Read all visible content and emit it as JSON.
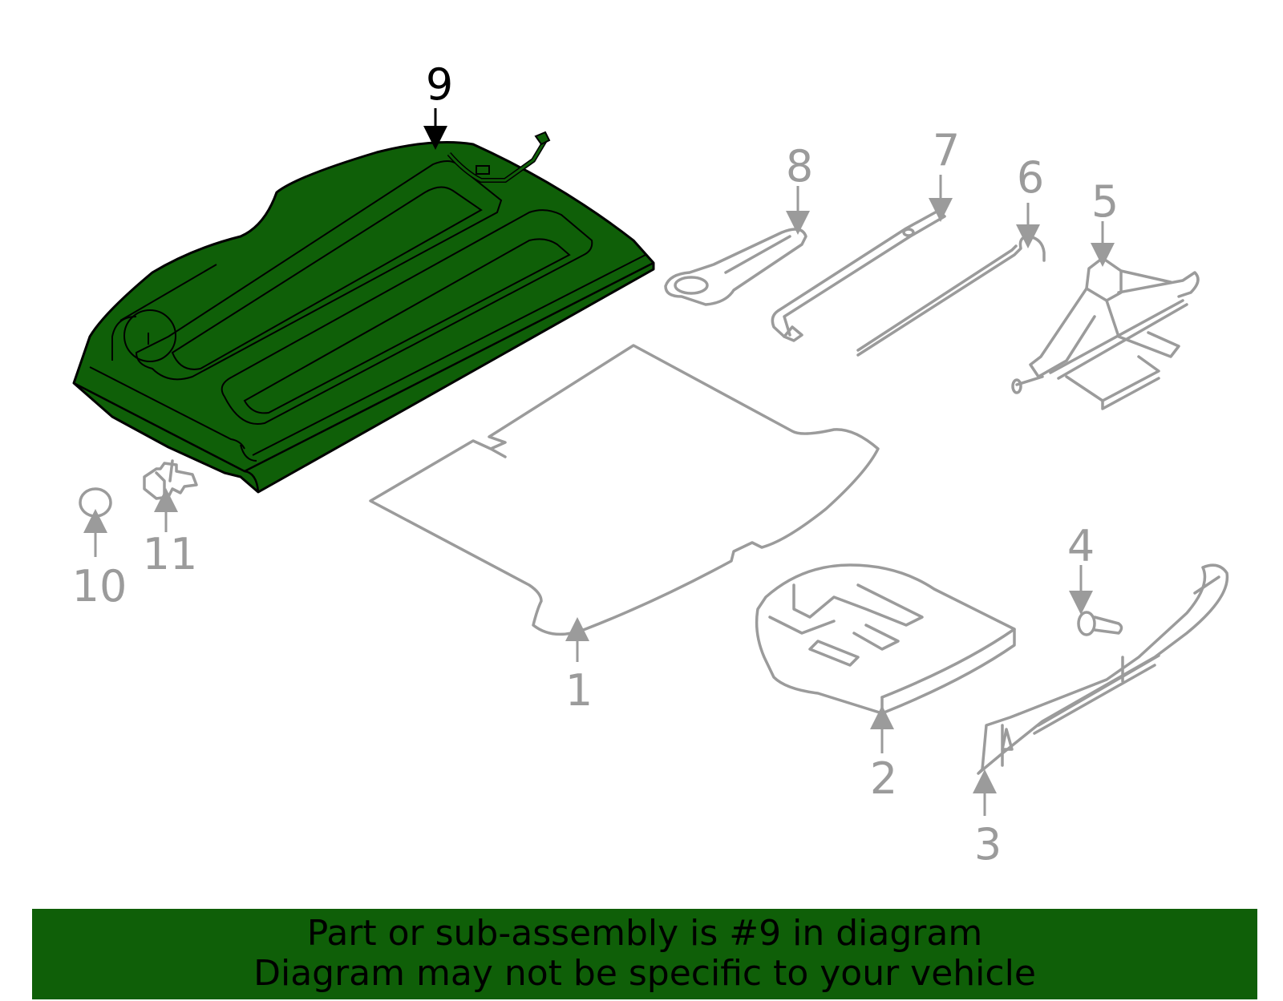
{
  "highlight_color": "#0f5f08",
  "line_color": "#9b9b9b",
  "callouts": {
    "c1": "1",
    "c2": "2",
    "c3": "3",
    "c4": "4",
    "c5": "5",
    "c6": "6",
    "c7": "7",
    "c8": "8",
    "c9": "9",
    "c10": "10",
    "c11": "11"
  },
  "banner": {
    "line1": "Part or sub-assembly is #9 in diagram",
    "line2": "Diagram may not be specific to your vehicle"
  }
}
